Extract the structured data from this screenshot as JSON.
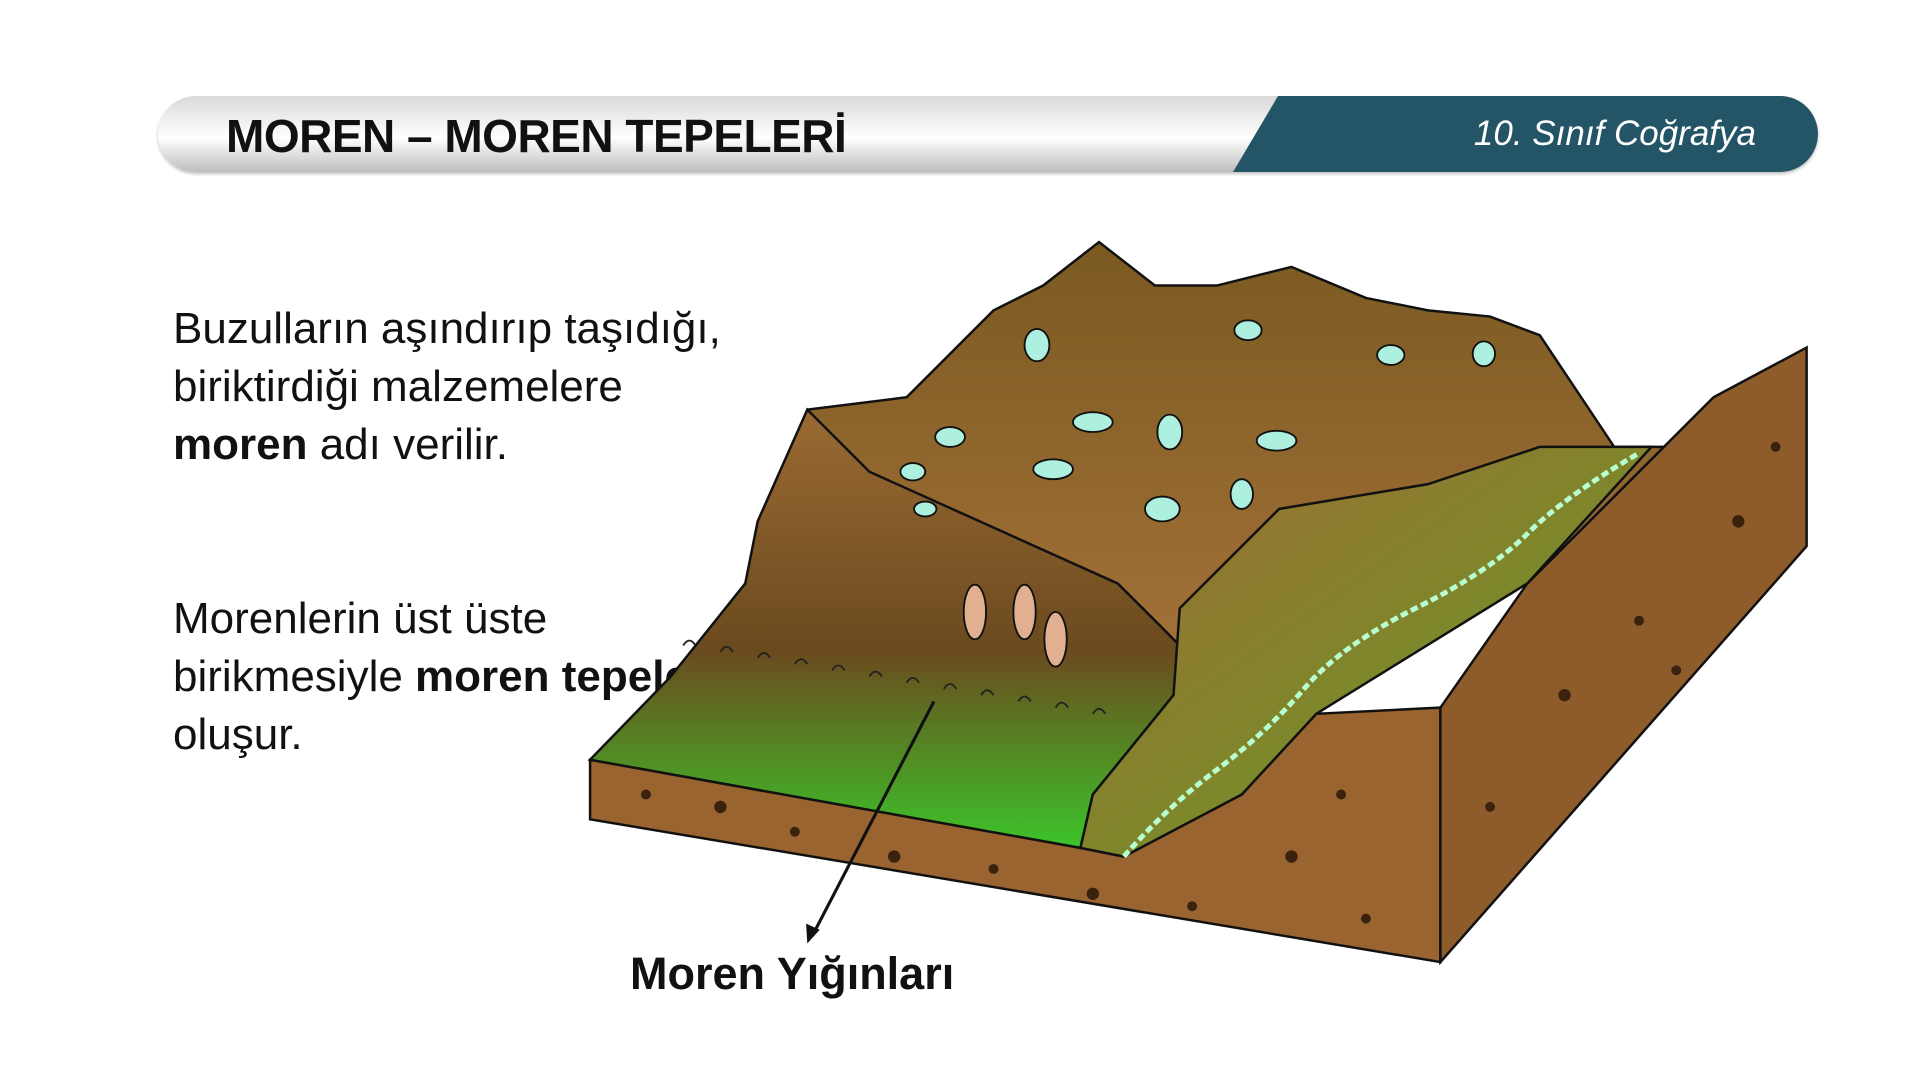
{
  "header": {
    "title": "MOREN – MOREN TEPELERİ",
    "subject": "10. Sınıf Coğrafya"
  },
  "body": {
    "paragraph1": {
      "before": "Buzulların aşındırıp taşıdığı, biriktirdiği malzemelere ",
      "bold": "moren",
      "after": " adı verilir."
    },
    "paragraph2": {
      "before": "Morenlerin üst üste birikmesiyle ",
      "bold": "moren tepeleri",
      "after": " oluşur."
    }
  },
  "illustration": {
    "label": "Moren Yığınları"
  },
  "colors": {
    "accent": "#235566",
    "soil": "#8a5a2b",
    "valley_green": "#3fcf2a",
    "ice": "#aef0e0"
  }
}
